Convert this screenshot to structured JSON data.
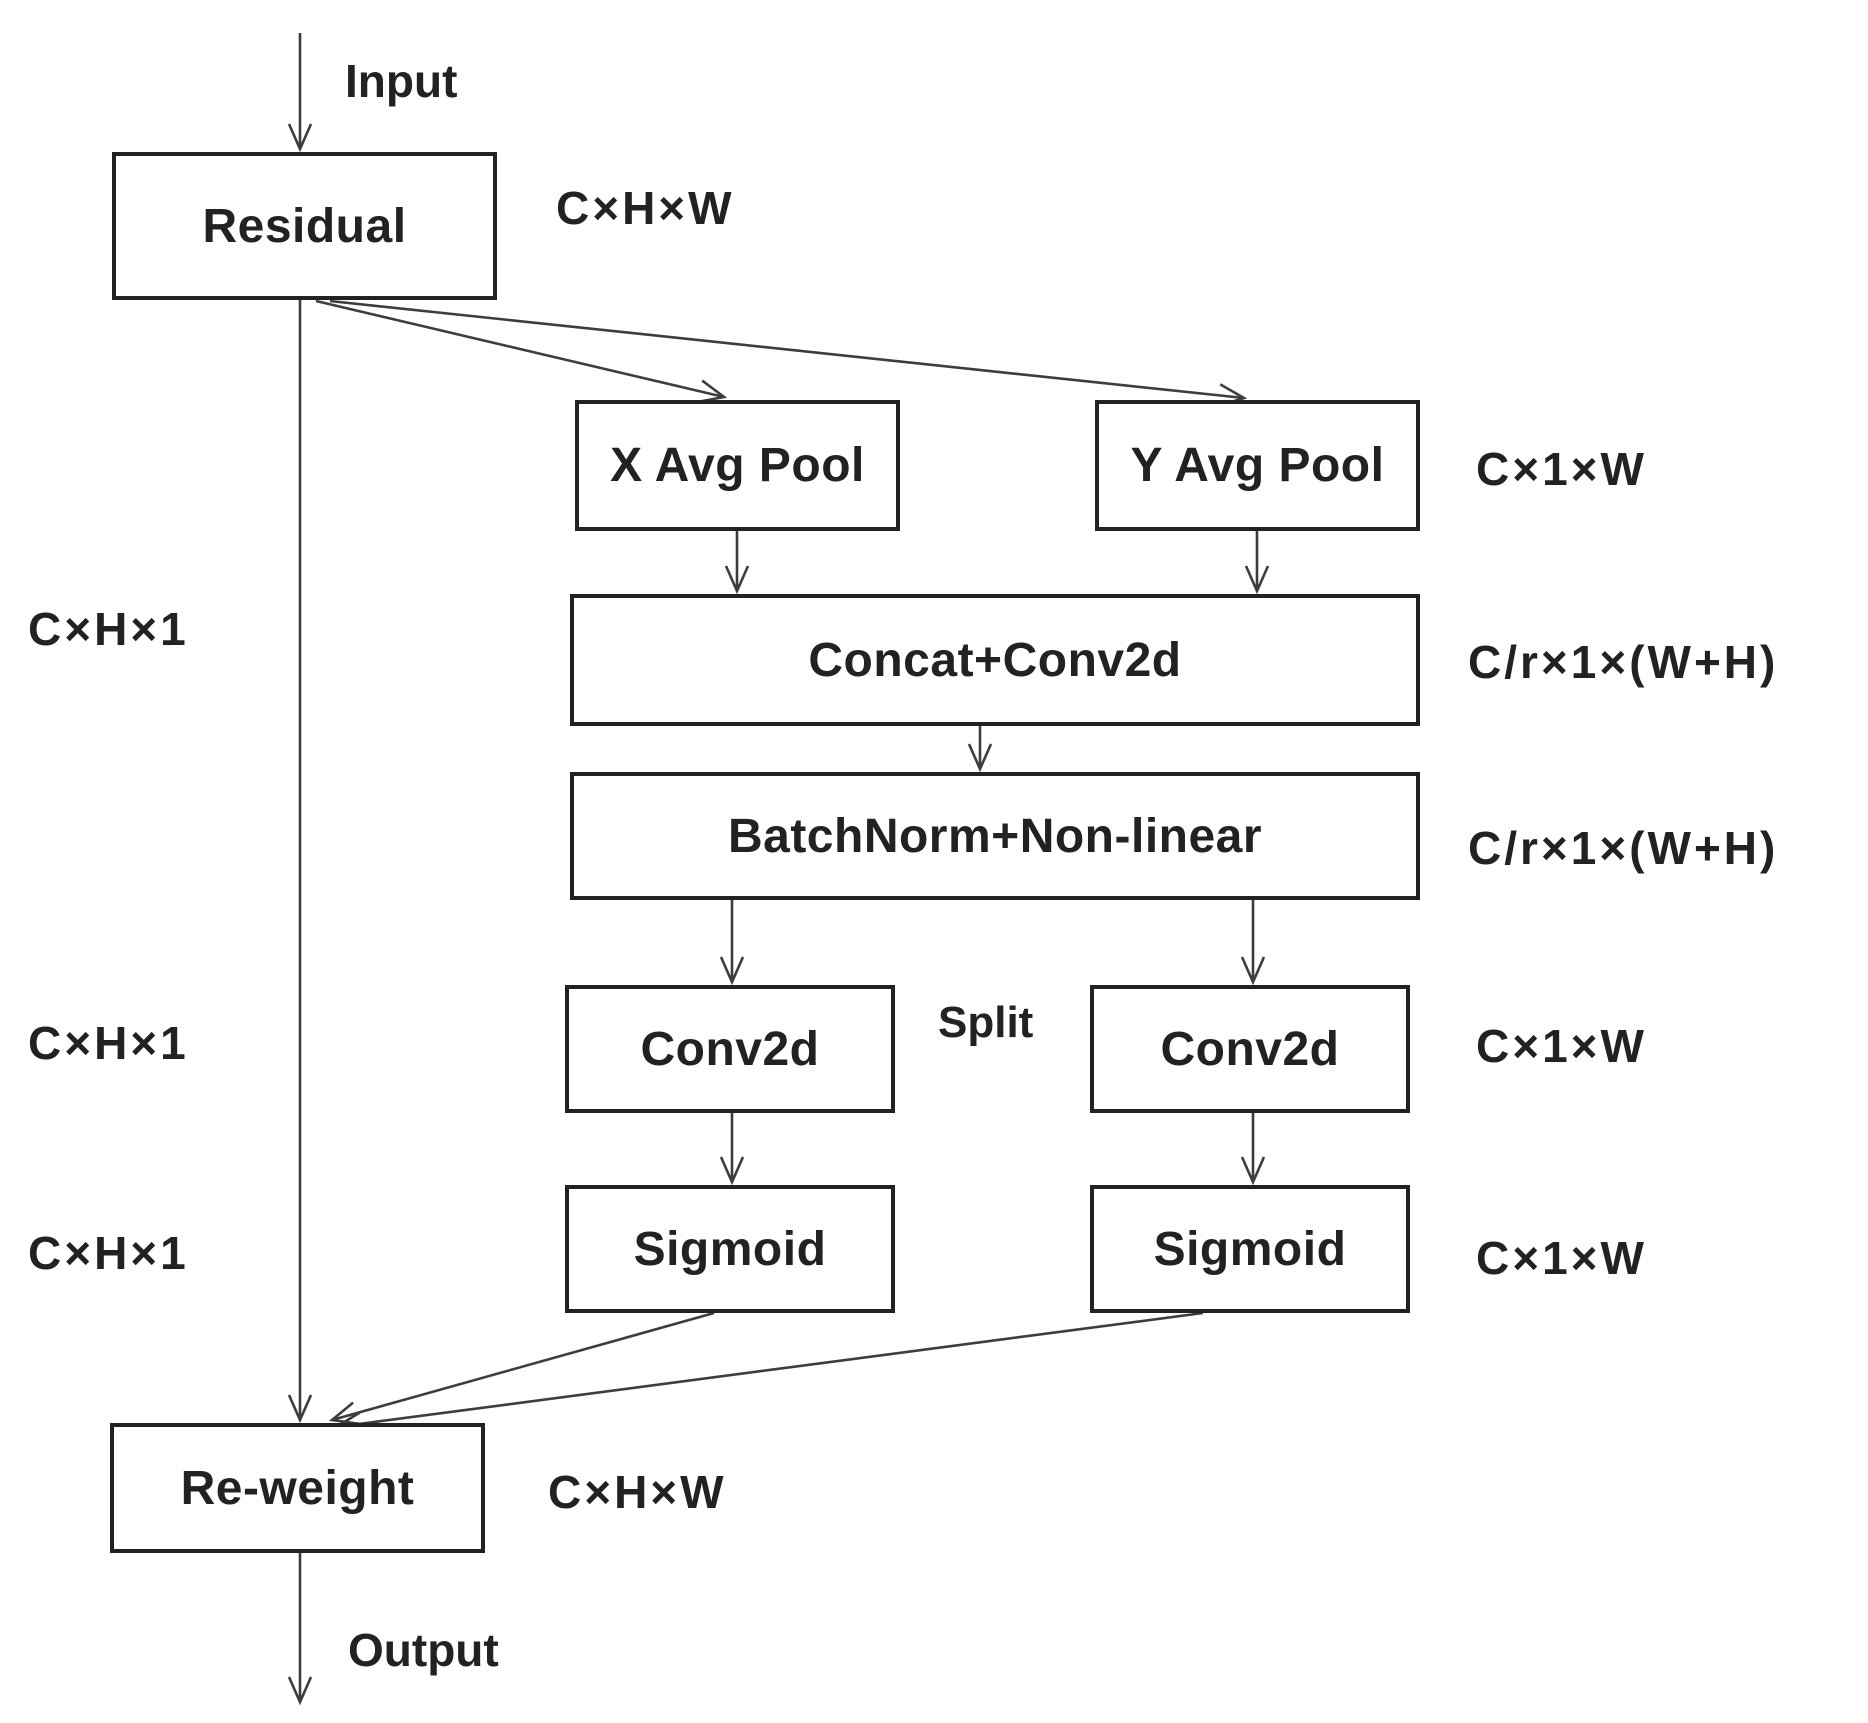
{
  "diagram": {
    "flow_labels": {
      "input": "Input",
      "output": "Output",
      "split": "Split"
    },
    "nodes": {
      "residual": "Residual",
      "x_avg_pool": "X Avg Pool",
      "y_avg_pool": "Y Avg Pool",
      "concat_conv2d": "Concat+Conv2d",
      "batchnorm_nonlinear": "BatchNorm+Non-linear",
      "conv2d_left": "Conv2d",
      "conv2d_right": "Conv2d",
      "sigmoid_left": "Sigmoid",
      "sigmoid_right": "Sigmoid",
      "reweight": "Re-weight"
    },
    "dim_labels": {
      "residual_out": "C×H×W",
      "y_avg_pool_out": "C×1×W",
      "concat_out": "C/r×1×(W+H)",
      "batchnorm_out": "C/r×1×(W+H)",
      "conv2d_right_out": "C×1×W",
      "sigmoid_right_out": "C×1×W",
      "left_branch_1": "C×H×1",
      "left_branch_2": "C×H×1",
      "left_branch_3": "C×H×1",
      "reweight_out": "C×H×W"
    },
    "colors": {
      "ink": "#222222",
      "line": "#3d3d3d",
      "background": "#ffffff"
    }
  }
}
